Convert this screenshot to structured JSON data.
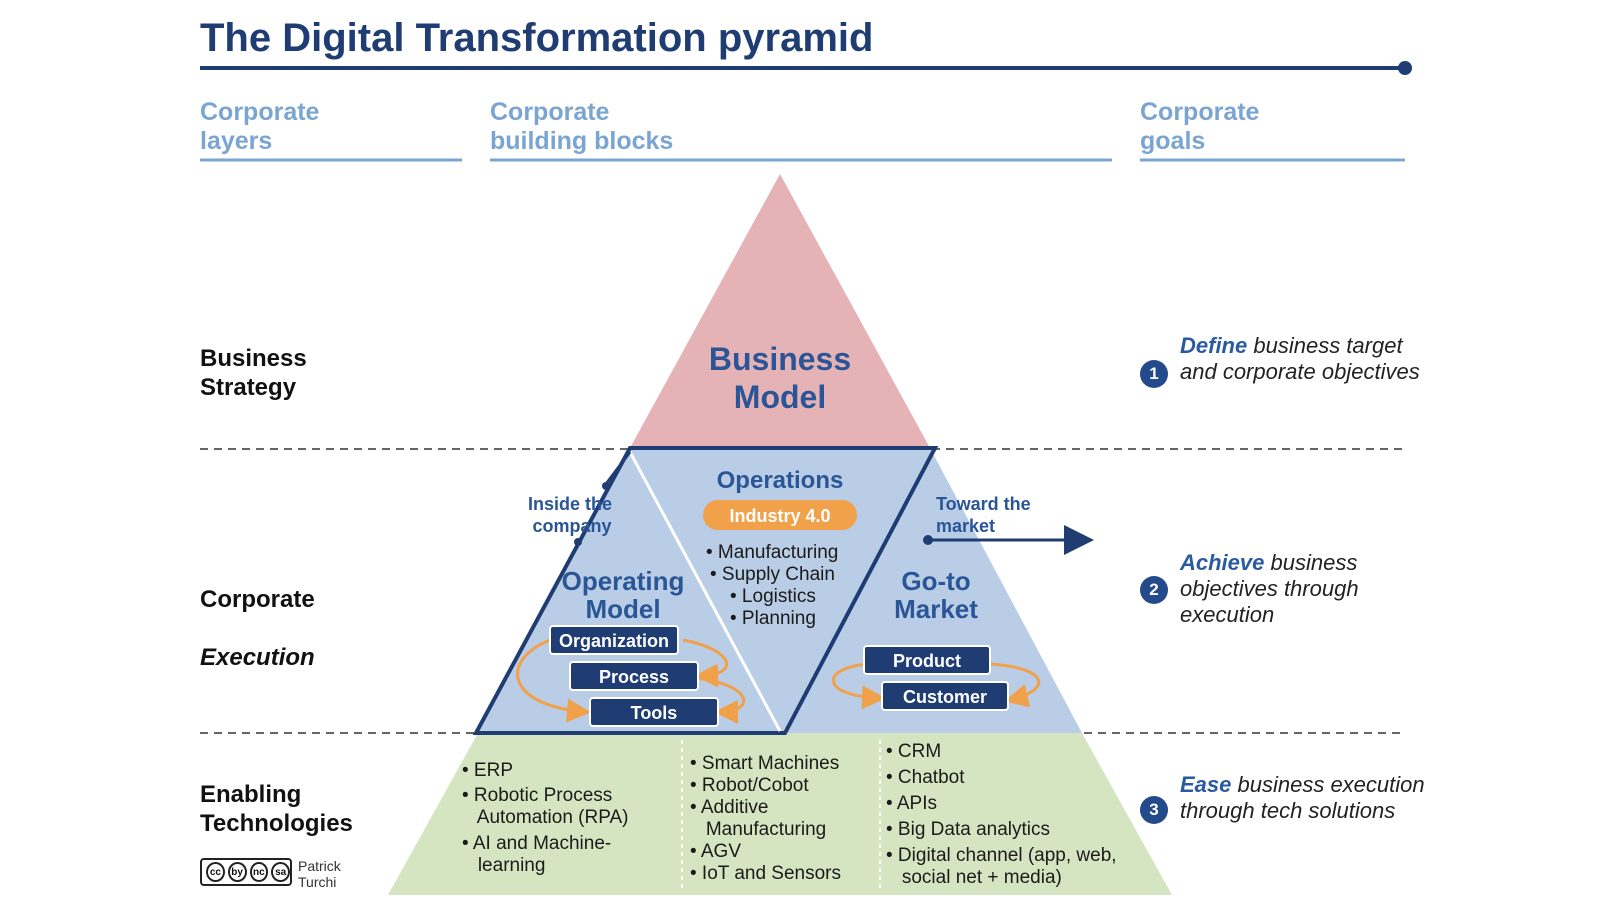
{
  "title": "The Digital Transformation pyramid",
  "column_headers": {
    "layers": "Corporate\nlayers",
    "building_blocks": "Corporate\nbuilding blocks",
    "goals": "Corporate\ngoals"
  },
  "layers": {
    "strategy": "Business\nStrategy",
    "execution_line1": "Corporate",
    "execution_line2": "Execution",
    "technologies": "Enabling\nTechnologies"
  },
  "pyramid": {
    "top": {
      "line1": "Business",
      "line2": "Model"
    },
    "operating_model": {
      "line1": "Operating",
      "line2": "Model",
      "boxes": [
        "Organization",
        "Process",
        "Tools"
      ]
    },
    "operations": {
      "title": "Operations",
      "badge": "Industry 4.0",
      "bullets": [
        "• Manufacturing",
        "• Supply Chain",
        "• Logistics",
        "• Planning"
      ]
    },
    "go_to_market": {
      "line1": "Go-to",
      "line2": "Market",
      "boxes": [
        "Product",
        "Customer"
      ]
    },
    "inside_note": {
      "line1": "Inside the",
      "line2": "company"
    },
    "toward_note": {
      "line1": "Toward the",
      "line2": "market"
    },
    "tech_columns": [
      [
        "• ERP",
        "• Robotic Process",
        "   Automation (RPA)",
        "• AI and Machine-",
        "   learning"
      ],
      [
        "• Smart Machines",
        "• Robot/Cobot",
        "• Additive",
        "   Manufacturing",
        "• AGV",
        "• IoT and Sensors"
      ],
      [
        "• CRM",
        "• Chatbot",
        "• APIs",
        "• Big Data analytics",
        "• Digital channel (app, web,",
        "   social net + media)"
      ]
    ]
  },
  "goals": [
    {
      "number": "1",
      "keyword": "Define",
      "rest": " business target and corporate objectives"
    },
    {
      "number": "2",
      "keyword": "Achieve",
      "rest": " business objectives through execution"
    },
    {
      "number": "3",
      "keyword": "Ease",
      "rest": " business execution through tech solutions"
    }
  ],
  "credit": {
    "name": "Patrick\nTurchi",
    "license_icons": [
      "cc",
      "by",
      "nc",
      "sa"
    ]
  },
  "colors": {
    "title_blue": "#1f3d72",
    "header_blue": "#7aa5d3",
    "top_pink": "#e5b3b6",
    "middle_blue": "#b9cde6",
    "bottom_green": "#d5e5c1",
    "box_navy": "#1f3d72",
    "badge_orange": "#f2a14b",
    "arrow_orange": "#f2a14b"
  }
}
